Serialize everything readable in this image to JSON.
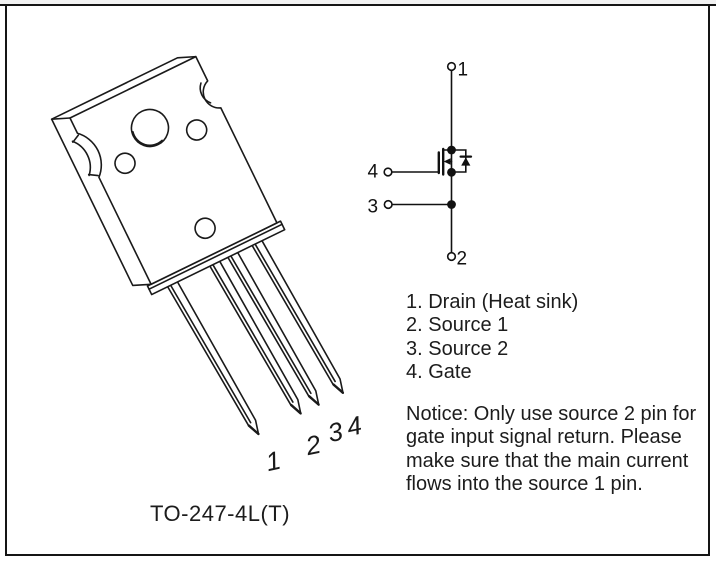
{
  "figure": {
    "caption": "TO-247-4L(T)"
  },
  "package": {
    "pin_labels": [
      "1",
      "2",
      "3",
      "4"
    ]
  },
  "schematic": {
    "terminals": [
      {
        "label": "1",
        "position": "top"
      },
      {
        "label": "2",
        "position": "bottom"
      },
      {
        "label": "3",
        "position": "left-lower"
      },
      {
        "label": "4",
        "position": "left-upper"
      }
    ]
  },
  "pin_functions": {
    "items": [
      "1. Drain (Heat sink)",
      "2. Source 1",
      "3. Source 2",
      "4. Gate"
    ]
  },
  "notice": {
    "lines": [
      "Notice: Only use source 2 pin for",
      "gate input signal return. Please",
      "make sure that the main current",
      "flows into the source 1 pin."
    ]
  },
  "colors": {
    "ink": "#1a1a1a",
    "frame": "#151515",
    "top_strip": "#f2f2f2",
    "background": "#ffffff"
  }
}
